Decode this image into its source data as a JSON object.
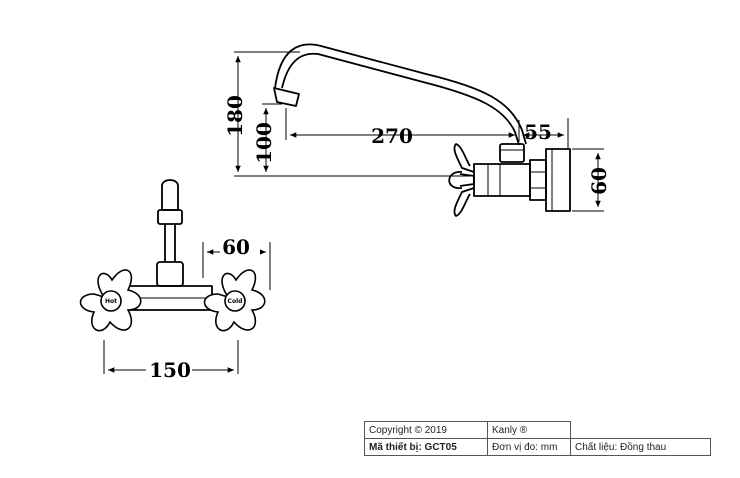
{
  "dimensions": {
    "height_total": "180",
    "height_spout": "100",
    "spout_reach": "270",
    "wall_offset": "55",
    "flange_height": "60",
    "handle_spacing": "60",
    "overall_width": "150"
  },
  "handles": {
    "hot_label": "Hot",
    "cold_label": "Cold"
  },
  "title_block": {
    "copyright": "Copyright © 2019",
    "brand": "Kanly ®",
    "code_label": "Mã thiết bị: GCT05",
    "unit_label": "Đơn vị đo: mm",
    "material_label": "Chất liệu: Đồng thau"
  }
}
